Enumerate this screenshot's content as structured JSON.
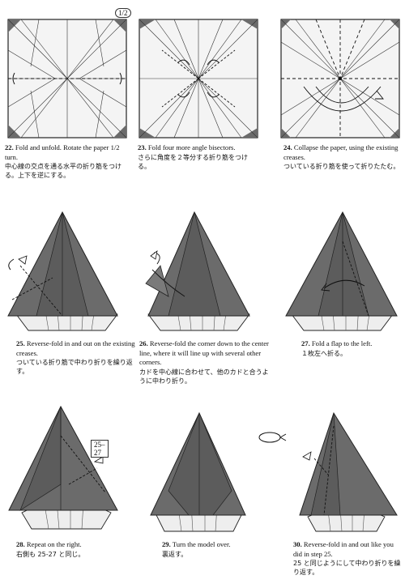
{
  "steps": [
    {
      "num": "22.",
      "en": "Fold and unfold. Rotate the paper 1/2 turn.",
      "jp": "中心線の交点を通る水平の折り筋をつける。上下を逆にする。",
      "badge": "1/2"
    },
    {
      "num": "23.",
      "en": "Fold four more angle bisectors.",
      "jp": "さらに角度を２等分する折り筋をつける。"
    },
    {
      "num": "24.",
      "en": "Collapse the paper, using the existing creases.",
      "jp": "ついている折り筋を使って折りたたむ。"
    },
    {
      "num": "25.",
      "en": "Reverse-fold in and out on the existing creases.",
      "jp": "ついている折り筋で中わり折りを繰り返す。"
    },
    {
      "num": "26.",
      "en": "Reverse-fold the corner down to the center line, where it will line up with several other corners.",
      "jp": "カドを中心線に合わせて、他のカドと合うように中わり折り。"
    },
    {
      "num": "27.",
      "en": "Fold a flap to the left.",
      "jp": "１枚左へ折る。"
    },
    {
      "num": "28.",
      "en": "Repeat on the right.",
      "jp": "右側も 25-27 と同じ。",
      "badge": "25–27"
    },
    {
      "num": "29.",
      "en": "Turn the model over.",
      "jp": "裏返す。"
    },
    {
      "num": "30.",
      "en": "Reverse-fold in and out like you did in step 25.",
      "jp": "25 と同じようにして中わり折りを繰り返す。"
    }
  ],
  "colors": {
    "paper": "#6b6b6b",
    "dark": "#3f3f3f",
    "light": "#e8e8e8",
    "line": "#222222"
  }
}
